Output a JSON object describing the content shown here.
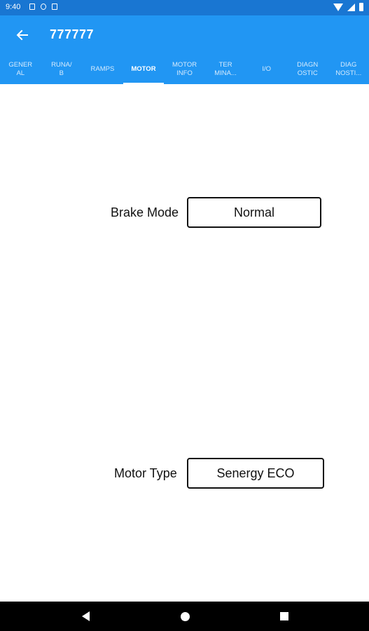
{
  "status_bar": {
    "time": "9:40",
    "icons_left": [
      "notification-icon",
      "notification-icon",
      "sim-card-icon"
    ],
    "icons_right": [
      "wifi-icon",
      "signal-icon",
      "battery-icon"
    ]
  },
  "app_bar": {
    "title": "777777",
    "back_icon": "arrow-back-icon",
    "color": "#2196f3"
  },
  "tabs": [
    {
      "label": "GENER\nAL",
      "active": false
    },
    {
      "label": "RUNA/\nB",
      "active": false
    },
    {
      "label": "RAMPS",
      "active": false
    },
    {
      "label": "MOTOR",
      "active": true
    },
    {
      "label": "MOTOR\nINFO",
      "active": false
    },
    {
      "label": "TER\nMINA...",
      "active": false
    },
    {
      "label": "I/O",
      "active": false
    },
    {
      "label": "DIAGN\nOSTIC",
      "active": false
    },
    {
      "label": "DIAG\nNOSTI...",
      "active": false
    }
  ],
  "fields": {
    "brake_mode": {
      "label": "Brake Mode",
      "value": "Normal"
    },
    "motor_type": {
      "label": "Motor Type",
      "value": "Senergy ECO"
    }
  },
  "nav_bar": {
    "icons": [
      "back-triangle-icon",
      "home-circle-icon",
      "recents-square-icon"
    ]
  }
}
